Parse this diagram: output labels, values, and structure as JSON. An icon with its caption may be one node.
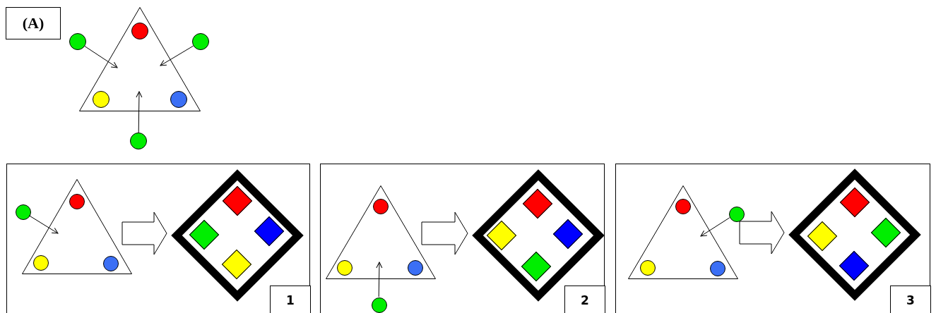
{
  "diagram": {
    "nodes": [
      {
        "text": [],
        "shape": "triangle"
      },
      {
        "text": [],
        "shape": "circle",
        "in": 0
      },
      {
        "text": [],
        "shape": "circle",
        "in": 0
      },
      {
        "text": [],
        "shape": "circle",
        "in": 0
      },
      {
        "text": [],
        "shape": "circle"
      },
      {
        "text": [],
        "shape": "circle"
      },
      {
        "text": [],
        "shape": "circle"
      },
      {
        "text": [],
        "shape": "box"
      },
      {
        "text": [],
        "shape": "triangle",
        "in": 7
      },
      {
        "text": [],
        "shape": "circle",
        "in": 8
      },
      {
        "text": [],
        "shape": "circle",
        "in": 8
      },
      {
        "text": [],
        "shape": "circle",
        "in": 8
      },
      {
        "text": [],
        "shape": "circle",
        "in": 7
      },
      {
        "text": [],
        "shape": "diamond",
        "in": 7
      },
      {
        "text": [],
        "shape": "diamond",
        "in": 13
      },
      {
        "text": [],
        "shape": "diamond",
        "in": 13
      },
      {
        "text": [],
        "shape": "diamond",
        "in": 13
      },
      {
        "text": [],
        "shape": "diamond",
        "in": 13
      },
      {
        "text": [
          "1"
        ],
        "in": 7
      },
      {
        "text": [],
        "shape": "box"
      },
      {
        "text": [],
        "shape": "triangle",
        "in": 19
      },
      {
        "text": [],
        "shape": "circle",
        "in": 20
      },
      {
        "text": [],
        "shape": "circle",
        "in": 20
      },
      {
        "text": [],
        "shape": "circle",
        "in": 20
      },
      {
        "text": [],
        "shape": "circle",
        "in": 19
      },
      {
        "text": [],
        "shape": "diamond",
        "in": 19
      },
      {
        "text": [],
        "shape": "diamond",
        "in": 25
      },
      {
        "text": [],
        "shape": "diamond",
        "in": 25
      },
      {
        "text": [],
        "shape": "diamond",
        "in": 25
      },
      {
        "text": [],
        "shape": "diamond",
        "in": 25
      },
      {
        "text": [
          "2"
        ],
        "in": 19
      },
      {
        "text": [],
        "shape": "box"
      },
      {
        "text": [],
        "shape": "triangle",
        "in": 31
      },
      {
        "text": [],
        "shape": "circle",
        "in": 32
      },
      {
        "text": [],
        "shape": "circle",
        "in": 32
      },
      {
        "text": [],
        "shape": "circle",
        "in": 32
      },
      {
        "text": [],
        "shape": "circle",
        "in": 31
      },
      {
        "text": [],
        "shape": "diamond",
        "in": 31
      },
      {
        "text": [],
        "shape": "diamond",
        "in": 37
      },
      {
        "text": [],
        "shape": "diamond",
        "in": 37
      },
      {
        "text": [],
        "shape": "diamond",
        "in": 37
      },
      {
        "text": [],
        "shape": "diamond",
        "in": 37
      },
      {
        "text": [
          "3"
        ],
        "in": 31
      }
    ],
    "edges": [
      {
        "from": 4,
        "to": 0,
        "arrow": "to"
      },
      {
        "from": 5,
        "to": 0,
        "arrow": "to"
      },
      {
        "from": 6,
        "to": 0,
        "arrow": "to"
      },
      {
        "from": 12,
        "to": 8,
        "arrow": "to"
      },
      {
        "from": 8,
        "to": 13,
        "arrow": "to",
        "style": "thick"
      },
      {
        "from": 24,
        "to": 20,
        "arrow": "to"
      },
      {
        "from": 20,
        "to": 25,
        "arrow": "to",
        "style": "thick"
      },
      {
        "from": 36,
        "to": 32,
        "arrow": "to"
      },
      {
        "from": 32,
        "to": 37,
        "arrow": "to",
        "style": "thick"
      }
    ],
    "labels": [
      "(A)"
    ]
  }
}
